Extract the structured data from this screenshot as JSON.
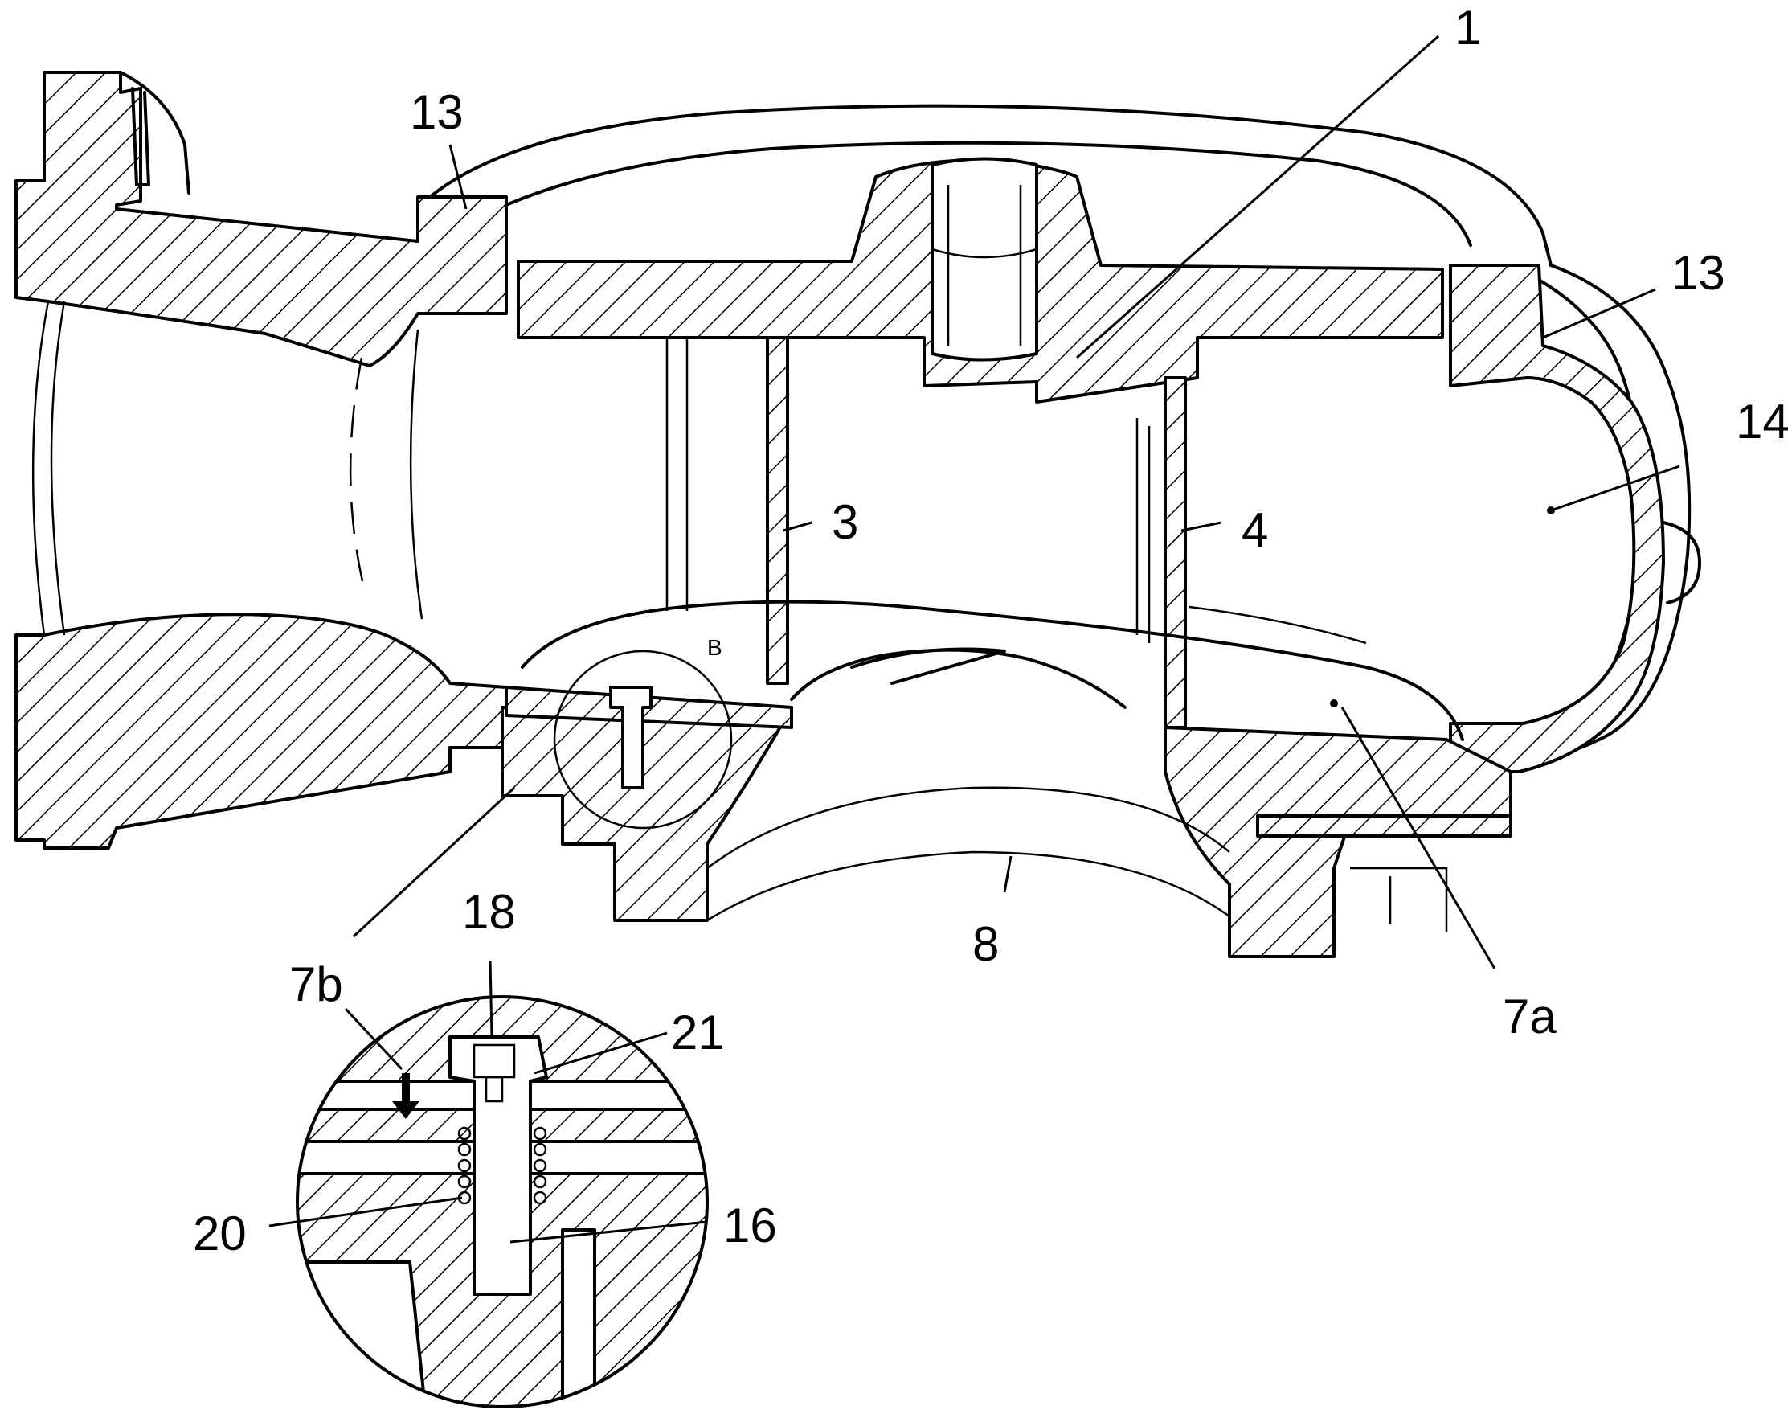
{
  "labels": {
    "l1": "1",
    "l13_left": "13",
    "l13_right": "13",
    "l14": "14",
    "l3": "3",
    "l4": "4",
    "l8": "8",
    "l7a": "7a",
    "l7b": "7b",
    "l18": "18",
    "l21": "21",
    "l20": "20",
    "l16": "16",
    "lB": "B"
  },
  "icons": {
    "arrow": "down-arrow-icon"
  }
}
